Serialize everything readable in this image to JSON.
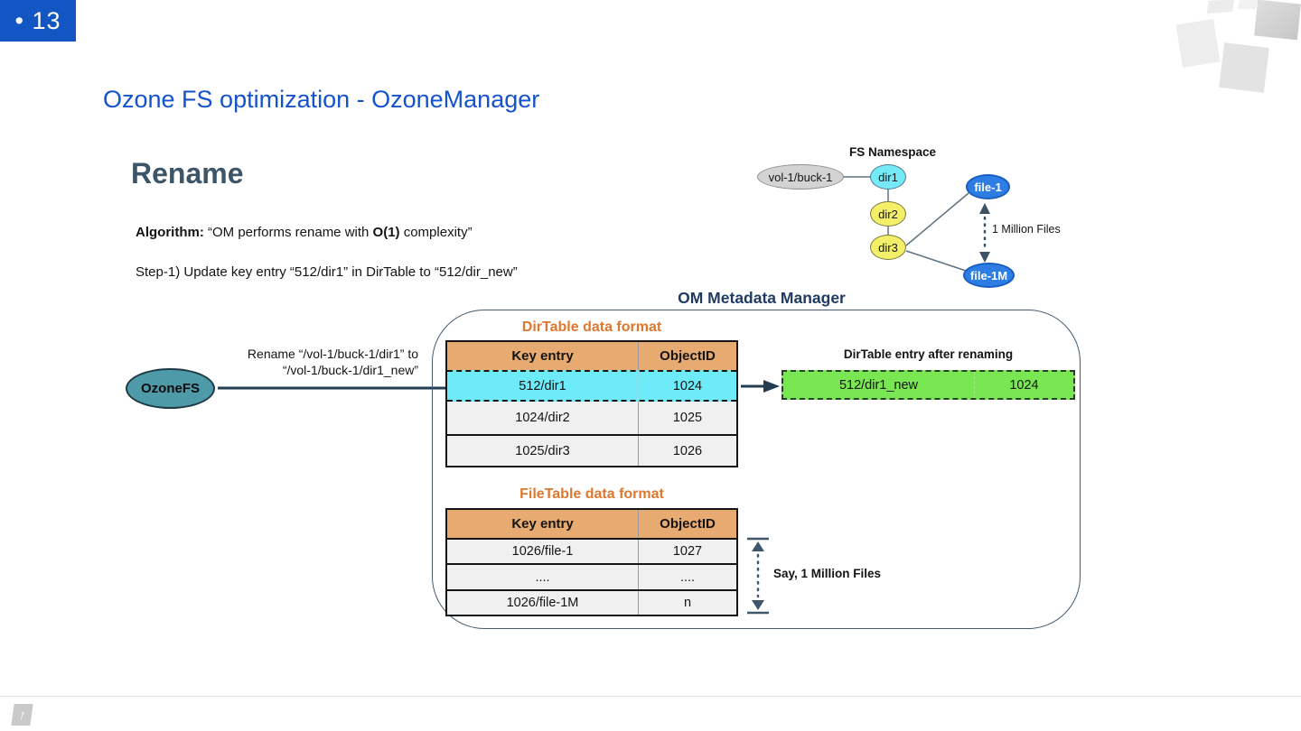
{
  "slide": {
    "badge": "• 13",
    "title": "Ozone FS optimization - OzoneManager",
    "heading": "Rename",
    "algorithm": {
      "label": "Algorithm:",
      "text_pre": " “OM performs rename with ",
      "bold": "O(1)",
      "text_post": " complexity”"
    },
    "step1": "Step-1) Update key entry “512/dir1” in DirTable to “512/dir_new”"
  },
  "fs_namespace": {
    "title": "FS Namespace",
    "nodes": {
      "bucket": "vol-1/buck-1",
      "dir1": "dir1",
      "dir2": "dir2",
      "dir3": "dir3",
      "file1": "file-1",
      "file1m": "file-1M"
    },
    "million_label": "1 Million Files"
  },
  "om": {
    "title": "OM Metadata Manager",
    "dirtable": {
      "title": "DirTable data format",
      "headers": [
        "Key entry",
        "ObjectID"
      ],
      "rows": [
        [
          "512/dir1",
          "1024"
        ],
        [
          "1024/dir2",
          "1025"
        ],
        [
          "1025/dir3",
          "1026"
        ]
      ]
    },
    "renamed_entry": {
      "title": "DirTable entry after renaming",
      "key": "512/dir1_new",
      "value": "1024"
    },
    "filetable": {
      "title": "FileTable data format",
      "headers": [
        "Key entry",
        "ObjectID"
      ],
      "rows": [
        [
          "1026/file-1",
          "1027"
        ],
        [
          "....",
          "...."
        ],
        [
          "1026/file-1M",
          "n"
        ]
      ]
    },
    "million_label": "Say, 1 Million Files"
  },
  "ozonefs": {
    "label": "OzoneFS",
    "arrow_label_line1": "Rename “/vol-1/buck-1/dir1” to",
    "arrow_label_line2": "“/vol-1/buck-1/dir1_new”"
  },
  "icons": {
    "footer_arrow": "↑"
  },
  "colors": {
    "badge_bg": "#1256c4",
    "title_blue": "#1353cc",
    "heading_slate": "#3d5568",
    "table_title_orange": "#e0772e",
    "om_title_navy": "#203a61",
    "header_tan": "#e7aa70",
    "row_gray": "#f0f0f0",
    "highlight_cyan": "#6debf9",
    "renamed_green": "#79e751",
    "ozonefs_teal": "#4f9aa8",
    "node_yellow": "#f3ef69",
    "node_blue": "#2e7de4",
    "node_gray": "#d3d3d3",
    "arrow_dark": "#223c52"
  }
}
